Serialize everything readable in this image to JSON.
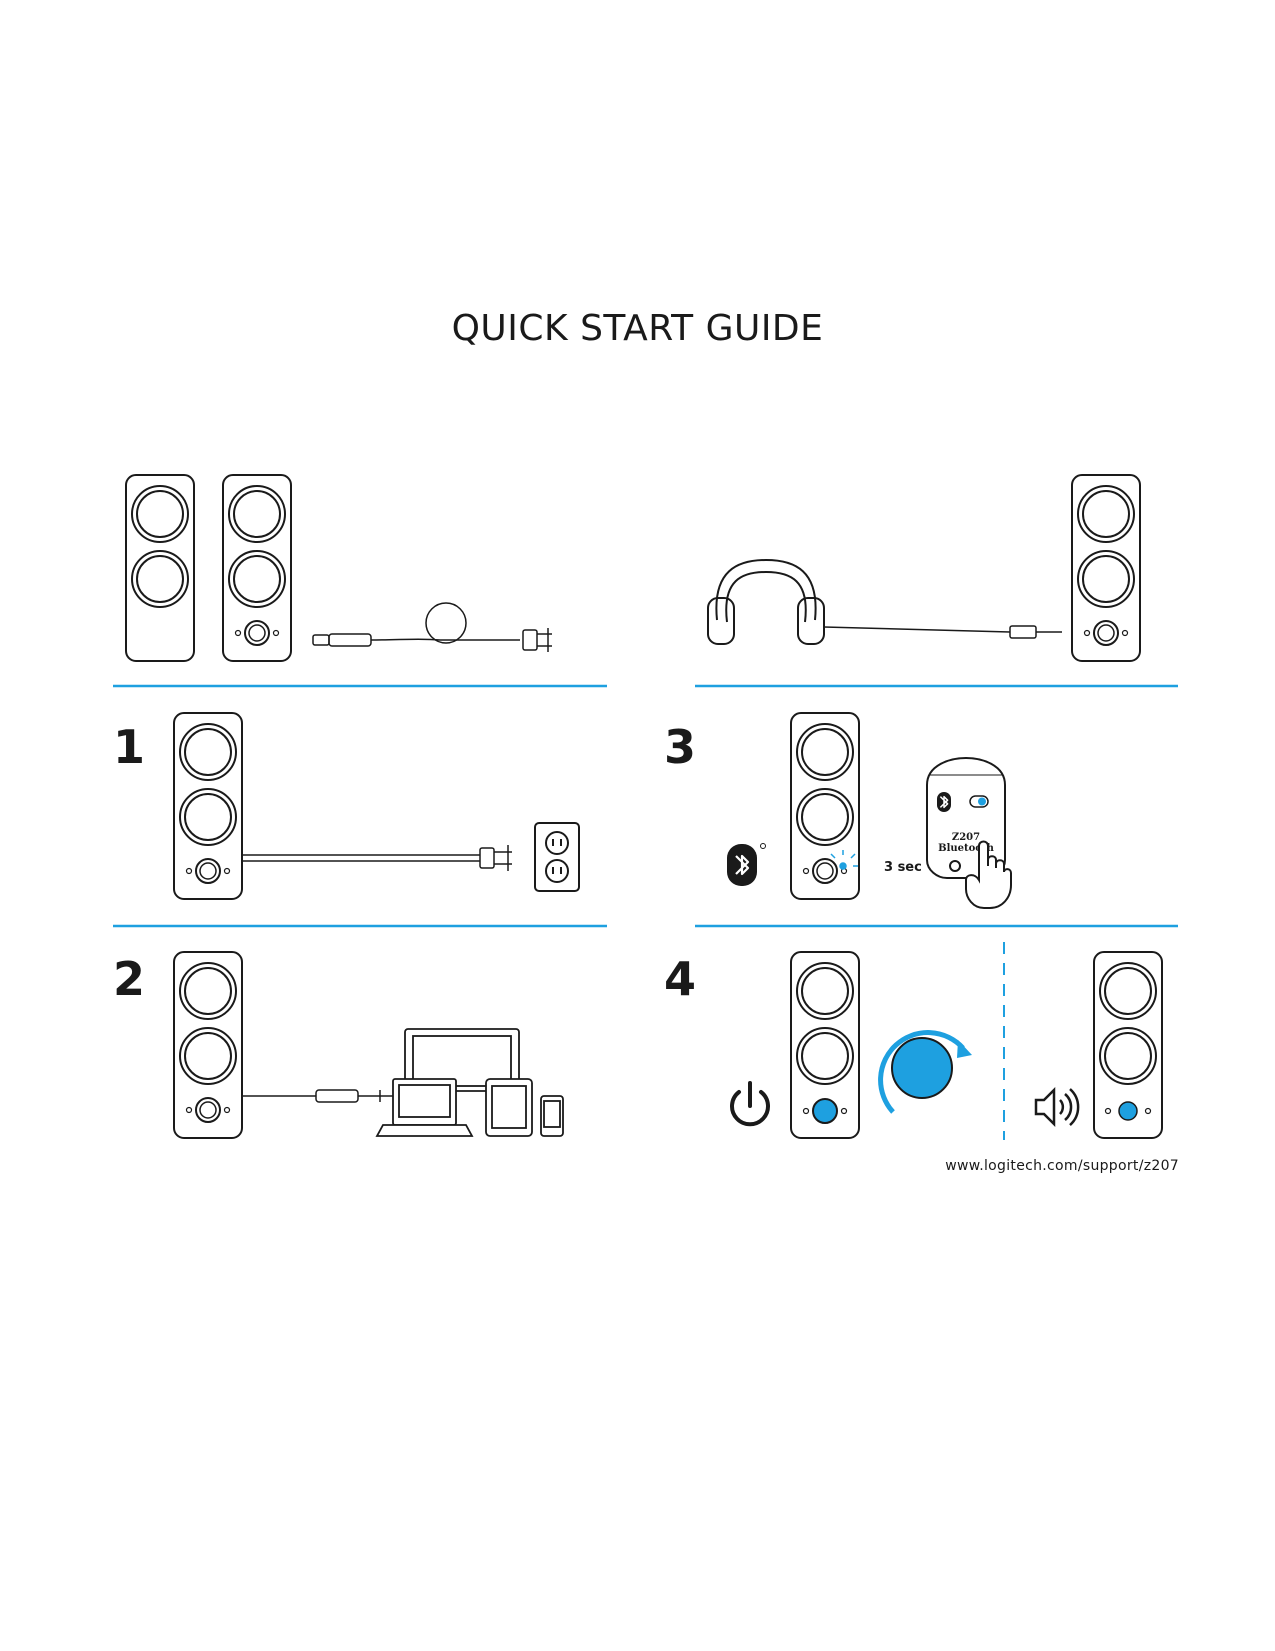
{
  "title": "QUICK START GUIDE",
  "steps": [
    {
      "number": "1"
    },
    {
      "number": "2"
    },
    {
      "number": "3"
    },
    {
      "number": "4"
    }
  ],
  "pairing": {
    "hold_time": "3 sec",
    "phone_line1": "Z207",
    "phone_line2": "Bluetooth"
  },
  "support_url": "www.logitech.com/support/z207",
  "colors": {
    "accent": "#1ea0e0",
    "ink": "#1a1a1a"
  }
}
